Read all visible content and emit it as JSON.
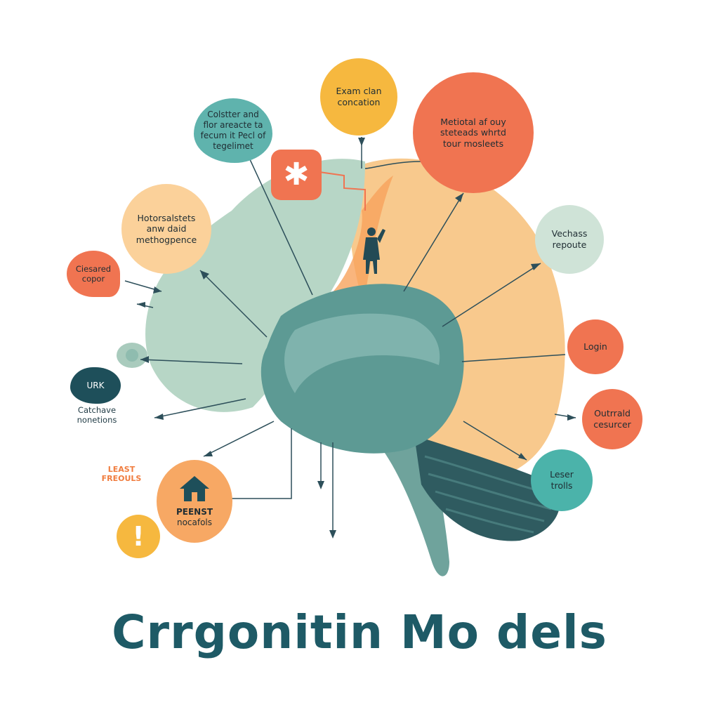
{
  "title": "Crrgonitin Mo dels",
  "colors": {
    "teal": "#5d9a94",
    "mint": "#b7d6c6",
    "peach": "#f8c98d",
    "orange": "#f7a25c",
    "coral": "#f07451",
    "yellow": "#f6b83f",
    "dark_teal": "#1e5a66"
  },
  "nodes": {
    "exam": {
      "line1": "Exam clan",
      "line2": "concation"
    },
    "collector": {
      "line1": "Colstter and",
      "line2": "flor areacte ta",
      "line3": "fecum it Pecl of",
      "line4": "tegelimet"
    },
    "metodal": {
      "line1": "Metiotal af ouy",
      "line2": "steteads whrtd",
      "line3": "tour mosleets"
    },
    "hotorsals": {
      "line1": "Hotorsalstets",
      "line2": "anw daid",
      "line3": "methogpence"
    },
    "vechass": {
      "line1": "Vechass",
      "line2": "repoute"
    },
    "ciesared": {
      "line1": "Ciesared",
      "line2": "copor"
    },
    "login": {
      "line1": "Login"
    },
    "outrrald": {
      "line1": "Outrrald",
      "line2": "cesurcer"
    },
    "leser": {
      "line1": "Leser",
      "line2": "trolls"
    },
    "peenst": {
      "line1": "PEENST",
      "line2": "nocafols"
    },
    "urk": {
      "label": "URK",
      "caption1": "Catchave",
      "caption2": "nonetions"
    },
    "least": {
      "line1": "LEAST",
      "line2": "FREOULS"
    }
  },
  "icons": [
    "asterisk-icon",
    "house-icon",
    "exclamation-icon",
    "person-icon"
  ]
}
